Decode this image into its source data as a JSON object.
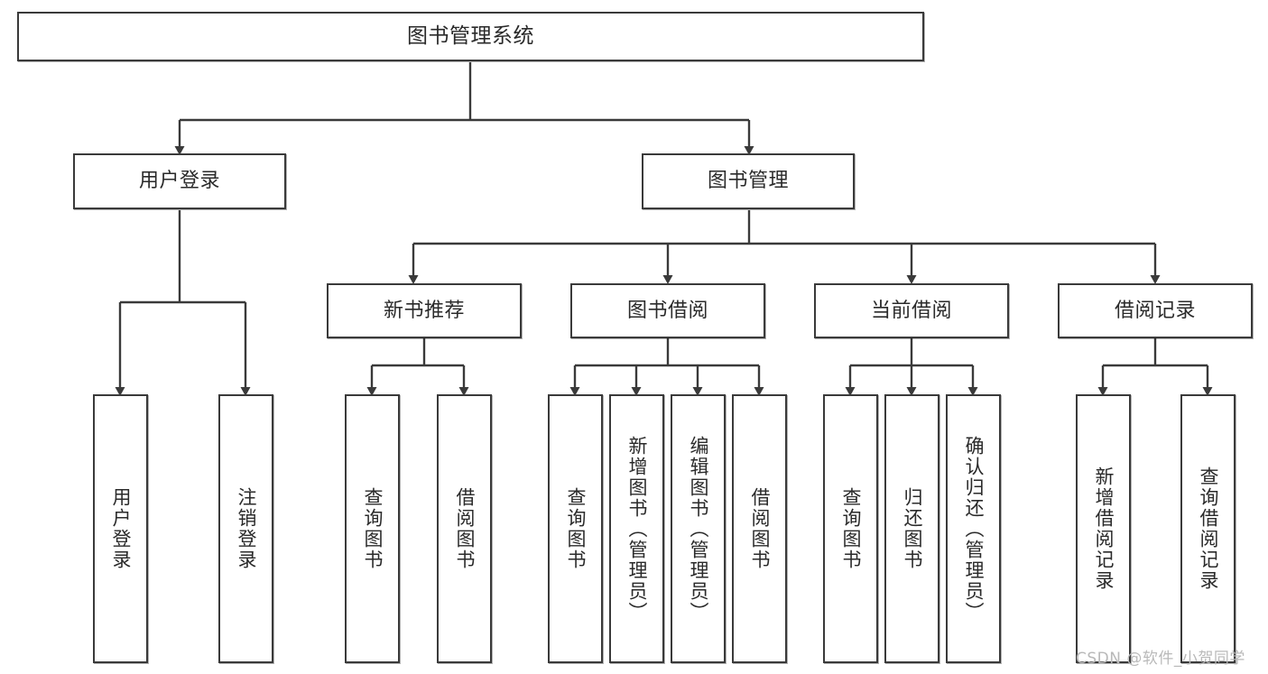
{
  "diagram": {
    "title": "图书管理系统",
    "type": "hierarchy-tree",
    "watermark": "CSDN @软件_小贺同学",
    "colors": {
      "box_border": "#3a3a3a",
      "box_fill": "#ffffff",
      "connector": "#3a3a3a",
      "text": "#2a2a2a",
      "watermark": "#b9b9b9",
      "background": "#ffffff"
    }
  },
  "nodes": {
    "root": {
      "label": "图书管理系统"
    },
    "level1": [
      {
        "id": "user-login",
        "label": "用户登录"
      },
      {
        "id": "book-manage",
        "label": "图书管理"
      }
    ],
    "level2": [
      {
        "id": "new-book-recommend",
        "label": "新书推荐"
      },
      {
        "id": "book-borrow",
        "label": "图书借阅"
      },
      {
        "id": "current-borrow",
        "label": "当前借阅"
      },
      {
        "id": "borrow-record",
        "label": "借阅记录"
      }
    ],
    "leaves": {
      "user_login": [
        {
          "id": "leaf-user-login",
          "label": "用户登录"
        },
        {
          "id": "leaf-logout-login",
          "label": "注销登录"
        }
      ],
      "new_book_recommend": [
        {
          "id": "leaf-query-book-1",
          "label": "查询图书"
        },
        {
          "id": "leaf-borrow-book-1",
          "label": "借阅图书"
        }
      ],
      "book_borrow": [
        {
          "id": "leaf-query-book-2",
          "label": "查询图书"
        },
        {
          "id": "leaf-add-book",
          "label": "新增图书（管理员）"
        },
        {
          "id": "leaf-edit-book",
          "label": "编辑图书（管理员）"
        },
        {
          "id": "leaf-borrow-book-2",
          "label": "借阅图书"
        }
      ],
      "current_borrow": [
        {
          "id": "leaf-query-book-3",
          "label": "查询图书"
        },
        {
          "id": "leaf-return-book",
          "label": "归还图书"
        },
        {
          "id": "leaf-confirm-return",
          "label": "确认归还（管理员）"
        }
      ],
      "borrow_record": [
        {
          "id": "leaf-add-record",
          "label": "新增借阅记录"
        },
        {
          "id": "leaf-query-record",
          "label": "查询借阅记录"
        }
      ]
    }
  }
}
